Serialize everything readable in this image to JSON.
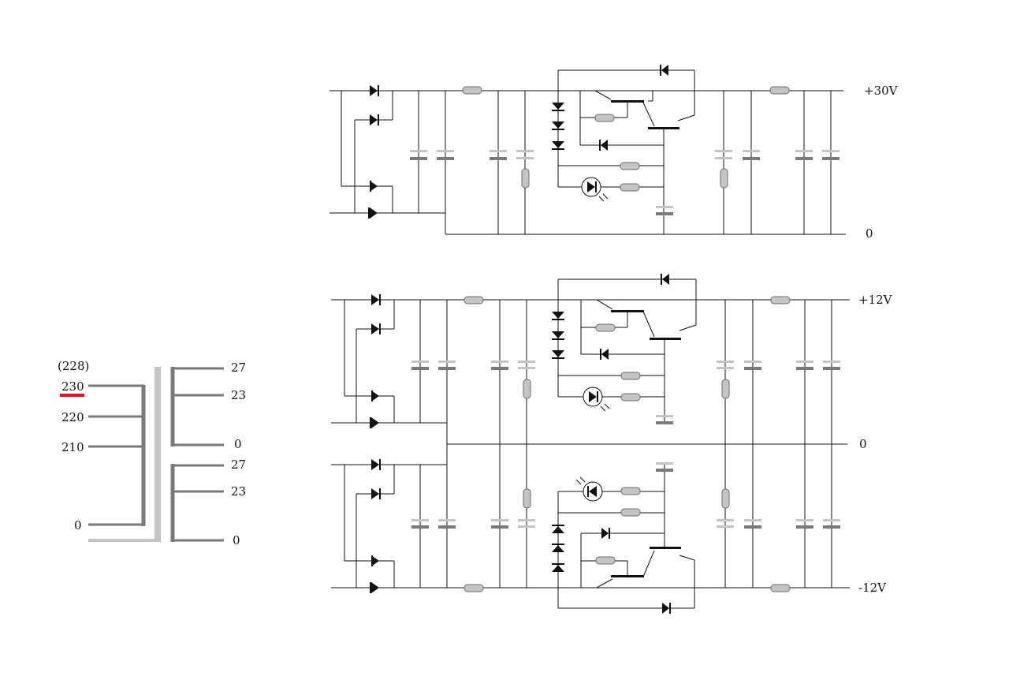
{
  "transformer": {
    "primary_top_note": "(228)",
    "primary_taps": [
      "230",
      "220",
      "210",
      "0"
    ],
    "secondary_upper_taps": [
      "27",
      "23",
      "0"
    ],
    "secondary_lower_taps": [
      "27",
      "23",
      "0"
    ],
    "selected_tap": "230"
  },
  "rails": {
    "supply_30v": {
      "positive": "+30V",
      "ground": "0"
    },
    "supply_12v": {
      "positive": "+12V",
      "ground": "0",
      "negative": "-12V"
    }
  },
  "colors": {
    "wire": "#111111",
    "component_gray": "#8a8a8a",
    "component_light": "#c4c4c4",
    "winding_dark": "#7a7a7a",
    "winding_light": "#c4c4c4",
    "highlight": "#e0141e"
  }
}
